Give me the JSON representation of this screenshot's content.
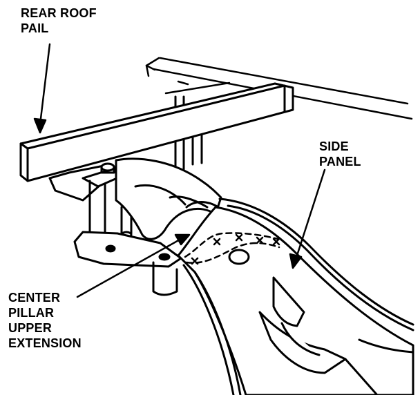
{
  "labels": {
    "rear_roof_rail": [
      "REAR ROOF",
      "PAIL"
    ],
    "side_panel": [
      "SIDE",
      "PANEL"
    ],
    "center_pillar": [
      "CENTER",
      "PILLAR",
      "UPPER",
      "EXTENSION"
    ]
  },
  "colors": {
    "ink": "#000000",
    "paper": "#ffffff"
  }
}
